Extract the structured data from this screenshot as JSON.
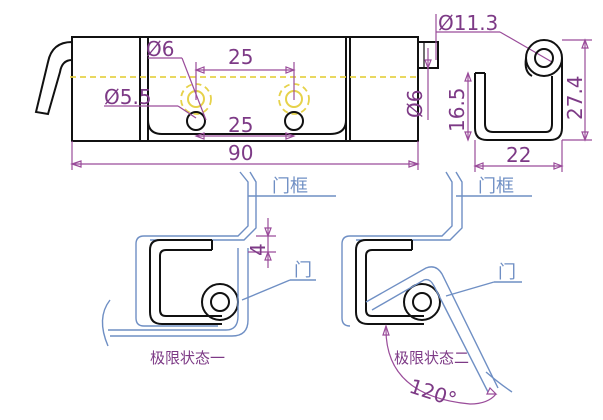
{
  "dimensions": {
    "d_phi6_top": "Ø6",
    "d_25_top": "25",
    "d_phi5_5": "Ø5.5",
    "d_25_bottom": "25",
    "d_90": "90",
    "d_phi11_3": "Ø11.3",
    "d_phi6_side": "Ø6",
    "d_16_5": "16.5",
    "d_27_4": "27.4",
    "d_22": "22",
    "d_4": "4",
    "d_120": "120°"
  },
  "labels": {
    "door_frame_1": "门框",
    "door_1": "门",
    "door_frame_2": "门框",
    "door_2": "门",
    "state_1": "极限状态一",
    "state_2": "极限状态二"
  },
  "colors": {
    "dimension": "#9a4c9a",
    "outline": "#111111",
    "centerline": "#e6d24a",
    "door": "#6f8fc4"
  }
}
